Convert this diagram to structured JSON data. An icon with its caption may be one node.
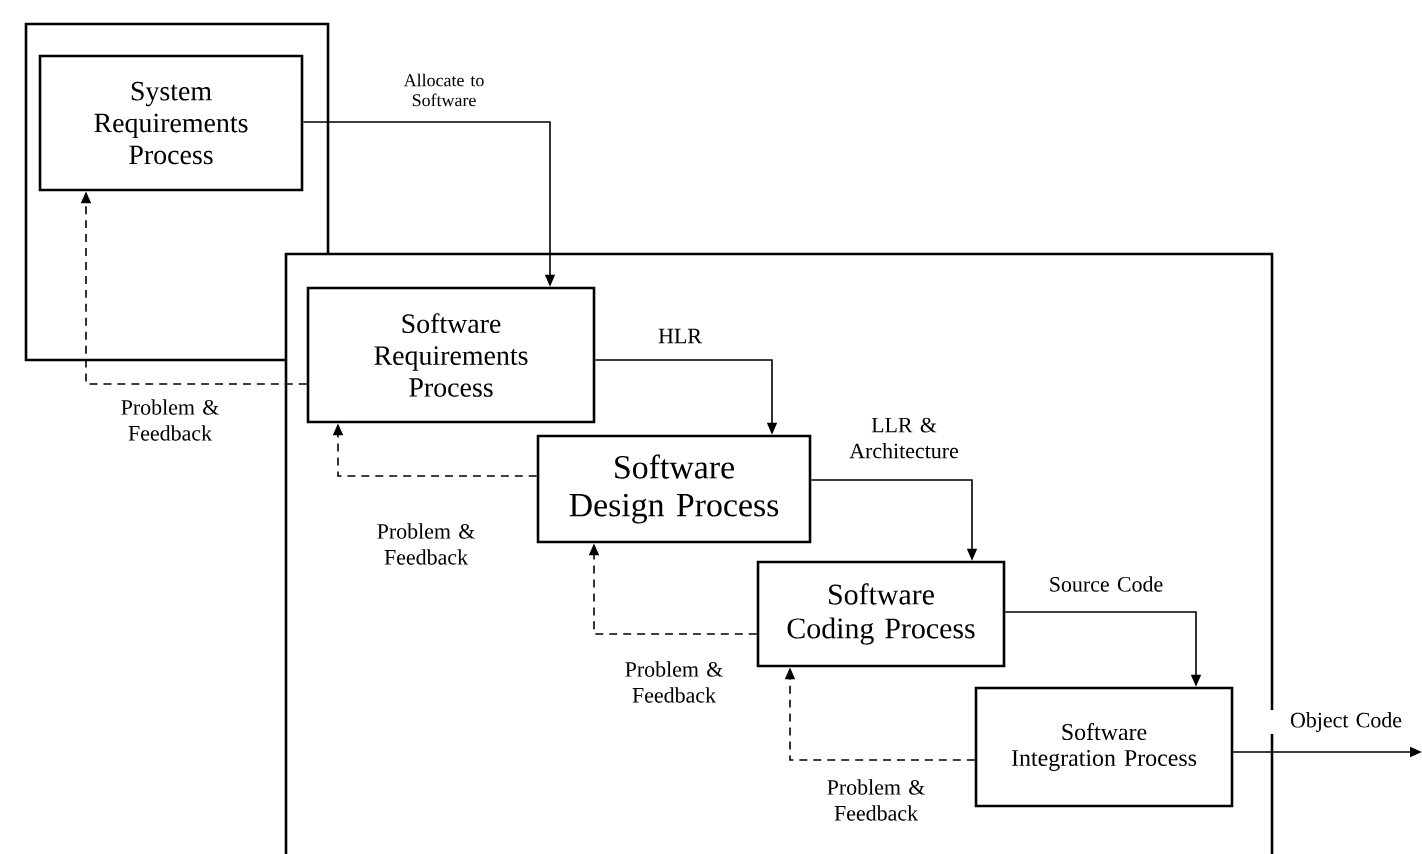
{
  "diagram": {
    "nodes": [
      {
        "text": [],
        "shape": "box"
      },
      {
        "text": [
          "System Requirements Process"
        ],
        "in": 0
      },
      {
        "text": [],
        "shape": "box"
      },
      {
        "text": [
          "Software Requirements Process"
        ],
        "in": 2
      },
      {
        "text": [
          "Software Design Process"
        ],
        "in": 2
      },
      {
        "text": [
          "Software Coding Process"
        ],
        "in": 2
      },
      {
        "text": [
          "Software Integration Process"
        ],
        "in": 2
      }
    ],
    "edges": [
      {
        "from": 1,
        "to": 3,
        "arrow": "to",
        "label": "Allocate to Software"
      },
      {
        "from": 3,
        "to": 4,
        "arrow": "to",
        "label": "HLR"
      },
      {
        "from": 4,
        "to": 5,
        "arrow": "to",
        "label": "LLR & Architecture"
      },
      {
        "from": 5,
        "to": 6,
        "arrow": "to",
        "label": "Source Code"
      },
      {
        "from": 6,
        "to": null,
        "arrow": "to",
        "label": "Object Code"
      },
      {
        "from": 3,
        "to": 1,
        "arrow": "to",
        "style": "dashed",
        "label": "Problem & Feedback"
      },
      {
        "from": 4,
        "to": 3,
        "arrow": "to",
        "style": "dashed",
        "label": "Problem & Feedback"
      },
      {
        "from": 5,
        "to": 4,
        "arrow": "to",
        "style": "dashed",
        "label": "Problem & Feedback"
      },
      {
        "from": 6,
        "to": 5,
        "arrow": "to",
        "style": "dashed",
        "label": "Problem & Feedback"
      }
    ]
  }
}
